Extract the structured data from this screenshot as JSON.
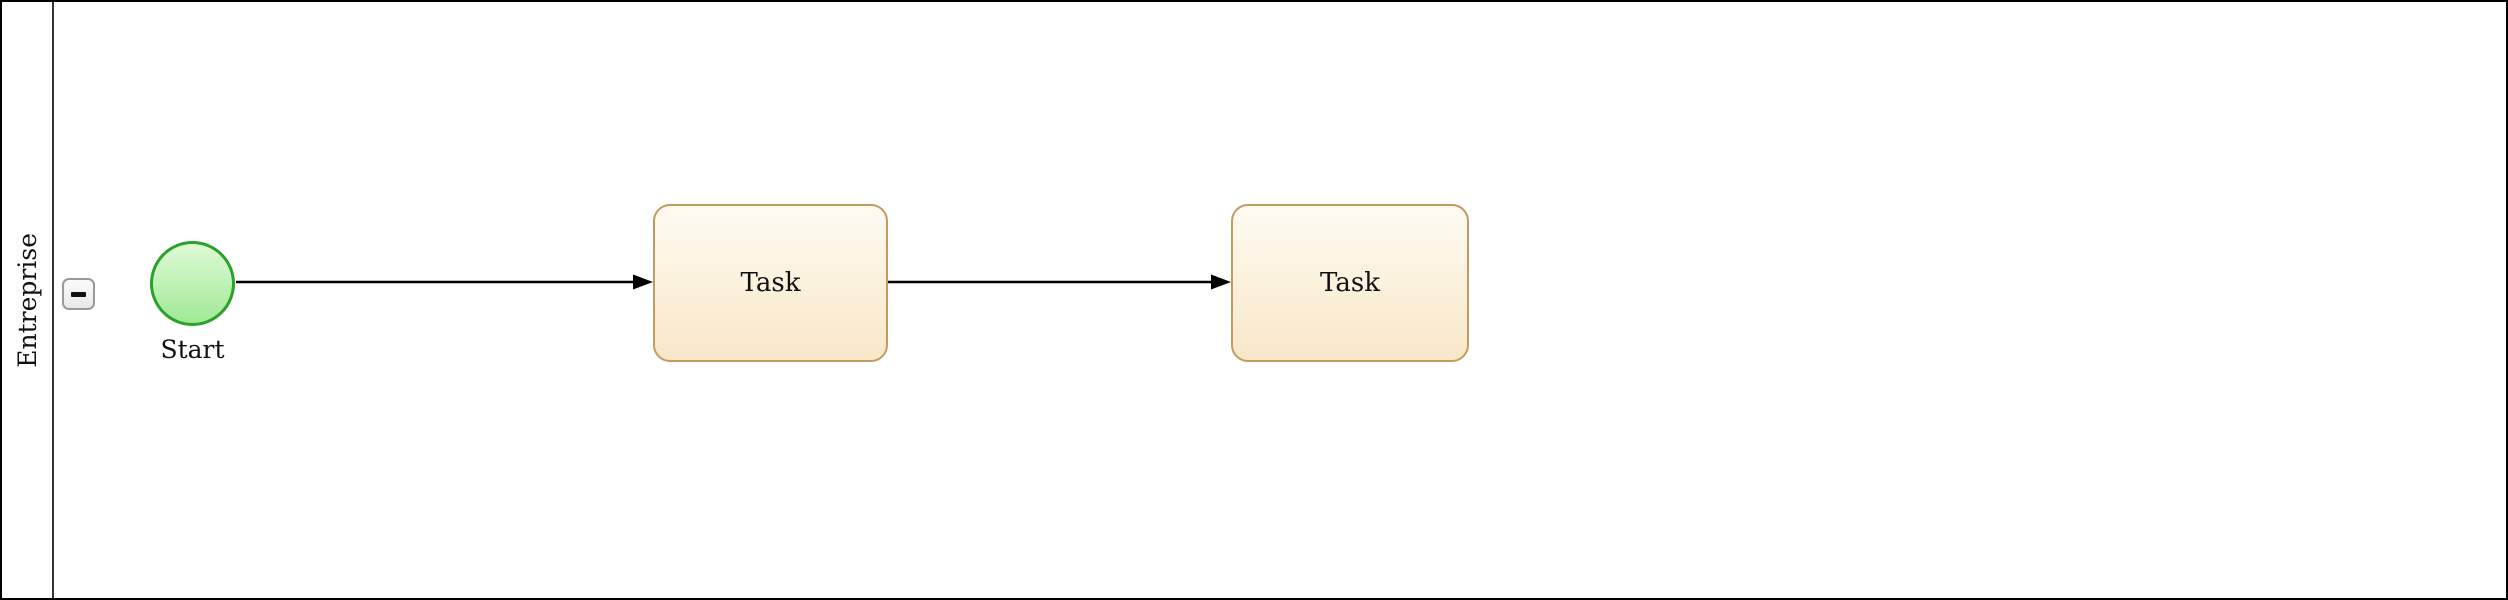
{
  "pool": {
    "lane_label": "Entreprise",
    "collapse_button": {
      "icon": "minus-icon"
    }
  },
  "diagram": {
    "start_event": {
      "type": "start-event",
      "label": "Start"
    },
    "tasks": [
      {
        "label": "Task"
      },
      {
        "label": "Task"
      }
    ],
    "flows": [
      {
        "from": "start-event",
        "to": "task-1"
      },
      {
        "from": "task-1",
        "to": "task-2"
      }
    ]
  },
  "colors": {
    "pool-border": "#000000",
    "lane-divider": "#333333",
    "start-fill-top": "#defad6",
    "start-fill-bottom": "#a0e995",
    "start-stroke": "#2aa12a",
    "task-fill-top": "#fefbf2",
    "task-fill-bottom": "#f8e7c8",
    "task-stroke": "#c39b5e",
    "connector": "#000000",
    "button-fill-top": "#fbfbfb",
    "button-fill-bottom": "#e9e9e9",
    "button-border": "#999999",
    "text": "#111111"
  }
}
